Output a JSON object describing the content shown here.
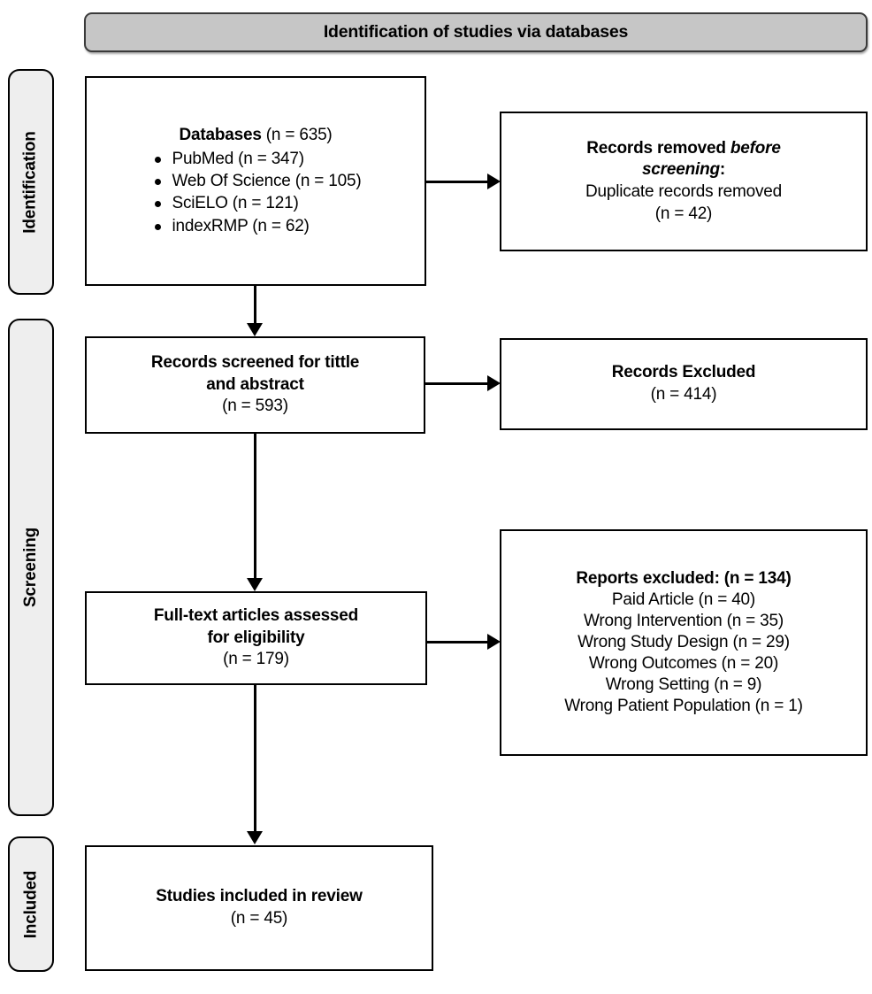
{
  "banner": {
    "title": "Identification of studies via databases"
  },
  "stages": [
    {
      "id": "identification",
      "label": "Identification"
    },
    {
      "id": "screening",
      "label": "Screening"
    },
    {
      "id": "included",
      "label": "Included"
    }
  ],
  "boxes": {
    "databases": {
      "heading_bold": "Databases",
      "heading_count": " (n = 635)",
      "items": [
        "PubMed (n = 347)",
        "Web Of Science (n = 105)",
        "SciELO (n = 121)",
        "indexRMP (n = 62)"
      ]
    },
    "records_removed": {
      "line1_bold": "Records removed ",
      "line1_bold_italic": "before",
      "line2_bold_italic": "screening",
      "line2_bold_colon": ":",
      "line3": "Duplicate records removed",
      "line4": "(n = 42)"
    },
    "records_screened": {
      "line1": "Records screened for tittle",
      "line2": "and abstract",
      "line3": "(n = 593)"
    },
    "records_excluded": {
      "line1": "Records Excluded",
      "line2": "(n = 414)"
    },
    "full_text": {
      "line1": "Full-text articles assessed",
      "line2": "for eligibility",
      "line3": "(n = 179)"
    },
    "reports_excluded": {
      "heading": "Reports excluded: (n = 134)",
      "reasons": [
        "Paid Article (n = 40)",
        "Wrong Intervention (n = 35)",
        "Wrong Study Design (n = 29)",
        "Wrong Outcomes (n = 20)",
        "Wrong Setting (n = 9)",
        "Wrong Patient Population (n = 1)"
      ]
    },
    "studies_included": {
      "line1": "Studies included in review",
      "line2": "(n = 45)"
    }
  },
  "chart_data": {
    "type": "flowchart",
    "title": "Identification of studies via databases",
    "stages": [
      "Identification",
      "Screening",
      "Included"
    ],
    "nodes": [
      {
        "id": "databases",
        "stage": "Identification",
        "label": "Databases",
        "n": 635,
        "breakdown": [
          {
            "source": "PubMed",
            "n": 347
          },
          {
            "source": "Web Of Science",
            "n": 105
          },
          {
            "source": "SciELO",
            "n": 121
          },
          {
            "source": "indexRMP",
            "n": 62
          }
        ]
      },
      {
        "id": "records_removed",
        "stage": "Identification",
        "label": "Records removed before screening: Duplicate records removed",
        "n": 42
      },
      {
        "id": "records_screened",
        "stage": "Screening",
        "label": "Records screened for tittle and abstract",
        "n": 593
      },
      {
        "id": "records_excluded",
        "stage": "Screening",
        "label": "Records Excluded",
        "n": 414
      },
      {
        "id": "full_text",
        "stage": "Screening",
        "label": "Full-text articles assessed for eligibility",
        "n": 179
      },
      {
        "id": "reports_excluded",
        "stage": "Screening",
        "label": "Reports excluded",
        "n": 134,
        "breakdown": [
          {
            "reason": "Paid Article",
            "n": 40
          },
          {
            "reason": "Wrong Intervention",
            "n": 35
          },
          {
            "reason": "Wrong Study Design",
            "n": 29
          },
          {
            "reason": "Wrong Outcomes",
            "n": 20
          },
          {
            "reason": "Wrong Setting",
            "n": 9
          },
          {
            "reason": "Wrong Patient Population",
            "n": 1
          }
        ]
      },
      {
        "id": "studies_included",
        "stage": "Included",
        "label": "Studies included in review",
        "n": 45
      }
    ],
    "edges": [
      {
        "from": "databases",
        "to": "records_removed"
      },
      {
        "from": "databases",
        "to": "records_screened"
      },
      {
        "from": "records_screened",
        "to": "records_excluded"
      },
      {
        "from": "records_screened",
        "to": "full_text"
      },
      {
        "from": "full_text",
        "to": "reports_excluded"
      },
      {
        "from": "full_text",
        "to": "studies_included"
      }
    ],
    "colors": {
      "banner_fill": "#c6c6c6",
      "stage_fill": "#eeeeee",
      "stroke": "#000000",
      "box_fill": "#ffffff"
    }
  }
}
